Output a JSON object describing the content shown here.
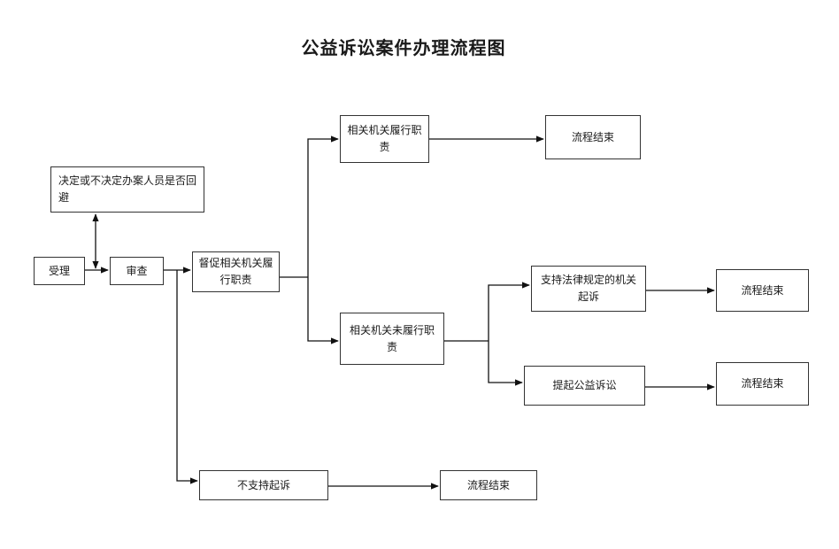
{
  "title": "公益诉讼案件办理流程图",
  "nodes": {
    "accept": "受理",
    "review": "审查",
    "recusal": "决定或不决定办案人员是否回避",
    "urge": "督促相关机关履行职责",
    "performed": "相关机关履行职责",
    "end_performed": "流程结束",
    "not_performed": "相关机关未履行职责",
    "support": "支持法律规定的机关起诉",
    "end_support": "流程结束",
    "file_suit": "提起公益诉讼",
    "end_suit": "流程结束",
    "no_support": "不支持起诉",
    "end_no_support": "流程结束"
  }
}
